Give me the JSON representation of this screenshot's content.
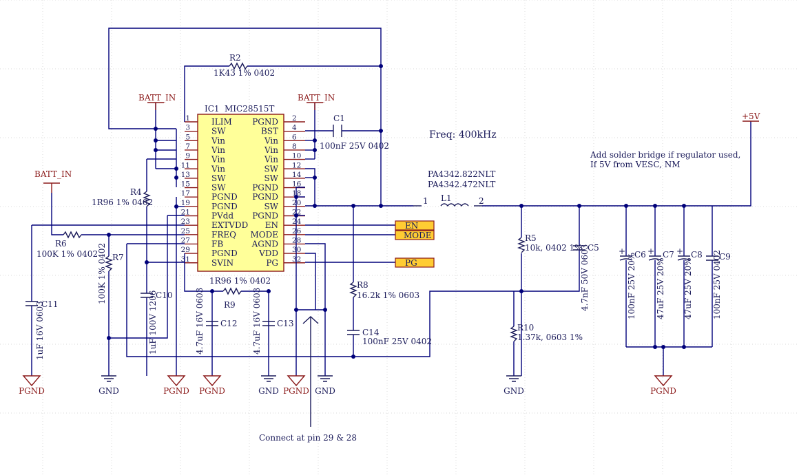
{
  "ic": {
    "ref": "IC1",
    "part": "MIC28515T",
    "left_pins": [
      {
        "num": "1",
        "name": "ILIM"
      },
      {
        "num": "3",
        "name": "SW"
      },
      {
        "num": "5",
        "name": "Vin"
      },
      {
        "num": "7",
        "name": "Vin"
      },
      {
        "num": "9",
        "name": "Vin"
      },
      {
        "num": "11",
        "name": "Vin"
      },
      {
        "num": "13",
        "name": "SW"
      },
      {
        "num": "15",
        "name": "SW"
      },
      {
        "num": "17",
        "name": "PGND"
      },
      {
        "num": "19",
        "name": "PGND"
      },
      {
        "num": "21",
        "name": "PVdd"
      },
      {
        "num": "23",
        "name": "EXTVDD"
      },
      {
        "num": "25",
        "name": "FREQ"
      },
      {
        "num": "27",
        "name": "FB"
      },
      {
        "num": "29",
        "name": "PGND"
      },
      {
        "num": "31",
        "name": "SVIN"
      }
    ],
    "right_pins": [
      {
        "num": "2",
        "name": "PGND"
      },
      {
        "num": "4",
        "name": "BST"
      },
      {
        "num": "6",
        "name": "Vin"
      },
      {
        "num": "8",
        "name": "Vin"
      },
      {
        "num": "10",
        "name": "Vin"
      },
      {
        "num": "12",
        "name": "SW"
      },
      {
        "num": "14",
        "name": "SW"
      },
      {
        "num": "16",
        "name": "PGND"
      },
      {
        "num": "18",
        "name": "PGND"
      },
      {
        "num": "20",
        "name": "SW"
      },
      {
        "num": "22",
        "name": "PGND"
      },
      {
        "num": "24",
        "name": "EN"
      },
      {
        "num": "26",
        "name": "MODE"
      },
      {
        "num": "28",
        "name": "AGND"
      },
      {
        "num": "30",
        "name": "VDD"
      },
      {
        "num": "32",
        "name": "PG"
      }
    ]
  },
  "components": {
    "r2": {
      "ref": "R2",
      "value": "1K43 1% 0402"
    },
    "r4": {
      "ref": "R4",
      "value": "1R96 1% 0402"
    },
    "r6": {
      "ref": "R6",
      "value": "100K 1% 0402"
    },
    "r7": {
      "ref": "R7",
      "value": "100K 1% 0402"
    },
    "r9": {
      "ref": "R9",
      "value": "1R96 1% 0402"
    },
    "r8": {
      "ref": "R8",
      "value": "16.2k 1% 0603"
    },
    "r5": {
      "ref": "R5",
      "value": "10k, 0402 1%"
    },
    "r10": {
      "ref": "R10",
      "value": "1.37k, 0603 1%"
    },
    "c1": {
      "ref": "C1",
      "value": "100nF 25V 0402"
    },
    "c5": {
      "ref": "C5",
      "value": "4.7nF 50V 0603"
    },
    "c6": {
      "ref": "C6",
      "value": "100nF 25V 20%"
    },
    "c7": {
      "ref": "C7",
      "value": "47uF 25V 20%"
    },
    "c8": {
      "ref": "C8",
      "value": "47uF 25V 20%"
    },
    "c9": {
      "ref": "C9",
      "value": "100nF 25V 0402"
    },
    "c10": {
      "ref": "C10",
      "value": "1uF 100V 1206"
    },
    "c11": {
      "ref": "C11",
      "value": "1uF 16V 0603"
    },
    "c12": {
      "ref": "C12",
      "value": "4.7uF 16V 0603"
    },
    "c13": {
      "ref": "C13",
      "value": "4.7uF 16V 0603"
    },
    "c14": {
      "ref": "C14",
      "value": "100nF 25V 0402"
    },
    "l1": {
      "ref": "L1",
      "part1": "PA4342.822NLT",
      "part2": "PA4342.472NLT",
      "pin1": "1",
      "pin2": "2"
    }
  },
  "ports": {
    "en": "EN",
    "mode": "MODE",
    "pg": "PG"
  },
  "power": {
    "batt": "BATT_IN",
    "plus5": "+5V",
    "pgnd": "PGND",
    "gnd": "GND"
  },
  "notes": {
    "freq": "Freq: 400kHz",
    "bridge1": "Add solder bridge if regulator used,",
    "bridge2": "If 5V from VESC, NM",
    "connect": "Connect at pin 29 & 28"
  },
  "colors": {
    "wire": "#00007a",
    "power": "#8b1a1a",
    "ic_fill": "#ffff99",
    "port_fill": "#ffcc33"
  }
}
